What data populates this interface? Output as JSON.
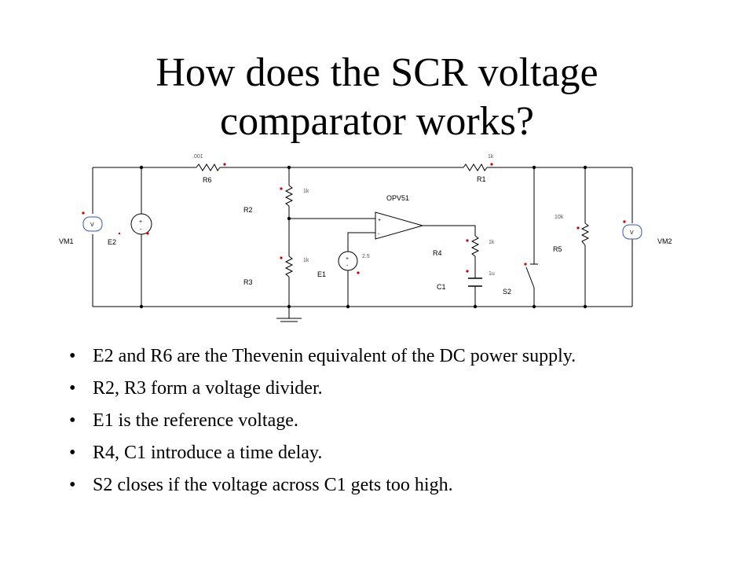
{
  "slide": {
    "title_line1": "How does the SCR voltage",
    "title_line2": "comparator works?",
    "bullets": [
      "E2  and R6 are the Thevenin equivalent of the DC power supply.",
      "R2, R3 form a voltage divider.",
      "E1 is the reference voltage.",
      "R4, C1 introduce a time delay.",
      "S2 closes if the voltage across C1 gets too high."
    ]
  },
  "circuit": {
    "labels": {
      "vm1": "VM1",
      "e2": "E2",
      "r6": "R6",
      "r2": "R2",
      "r3": "R3",
      "e1": "E1",
      "opamp": "OPV51",
      "r4": "R4",
      "c1": "C1",
      "r1": "R1",
      "s2": "S2",
      "r5": "R5",
      "vm2": "VM2"
    },
    "values": {
      "r6": ".001",
      "r2": "1k",
      "r3": "1k",
      "e1": "2.5",
      "r4": "1k",
      "c1": "1u",
      "r1": "1k",
      "r5": "10k"
    },
    "meter_symbol": "V",
    "plus": "+",
    "minus": "-",
    "colors": {
      "wire": "#000000",
      "polarity": "#cc0000"
    }
  }
}
